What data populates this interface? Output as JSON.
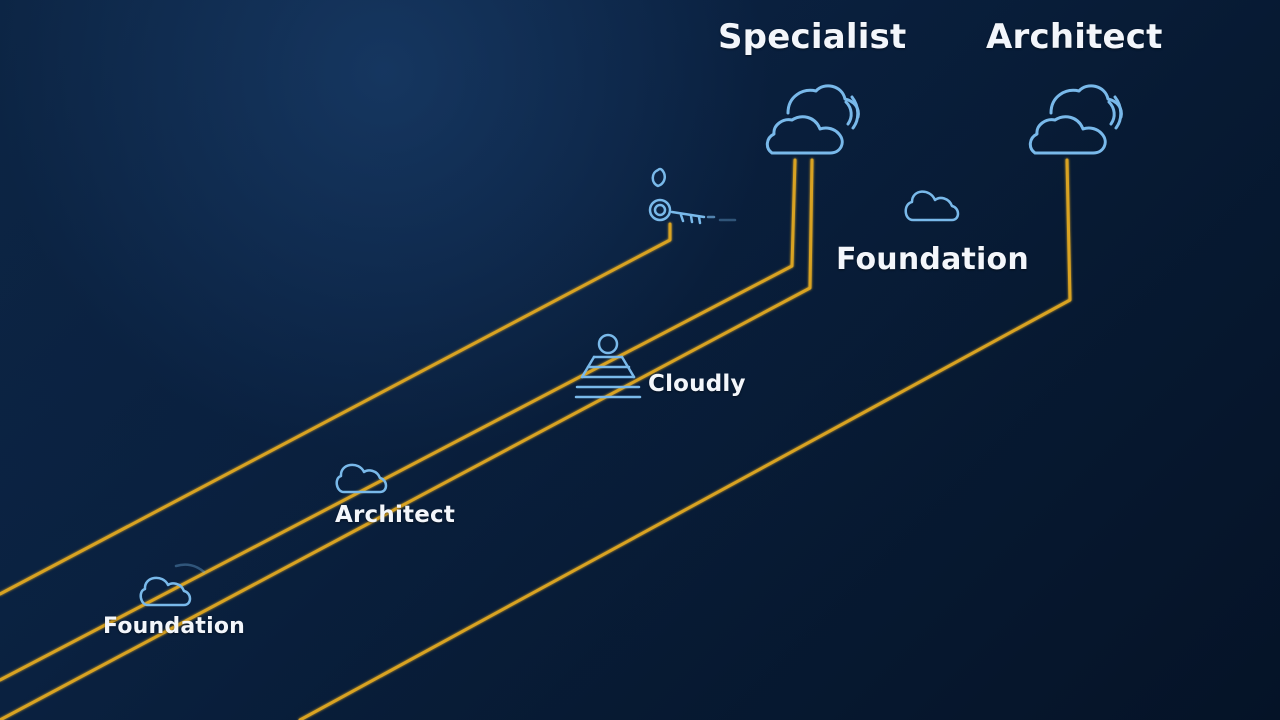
{
  "labels": {
    "specialist": "Specialist",
    "architect_top": "Architect",
    "foundation_right": "Foundation",
    "cloudly": "Cloudly",
    "architect_mid": "Architect",
    "foundation_bottom": "Foundation"
  },
  "colors": {
    "background_top": "#0d2747",
    "background_bottom": "#051327",
    "path_line": "#d9a323",
    "icon_stroke": "#79b9ea",
    "text": "#f3f6fb"
  },
  "icons": [
    "cloud-icon",
    "search-key-icon",
    "stacked-server-icon"
  ]
}
